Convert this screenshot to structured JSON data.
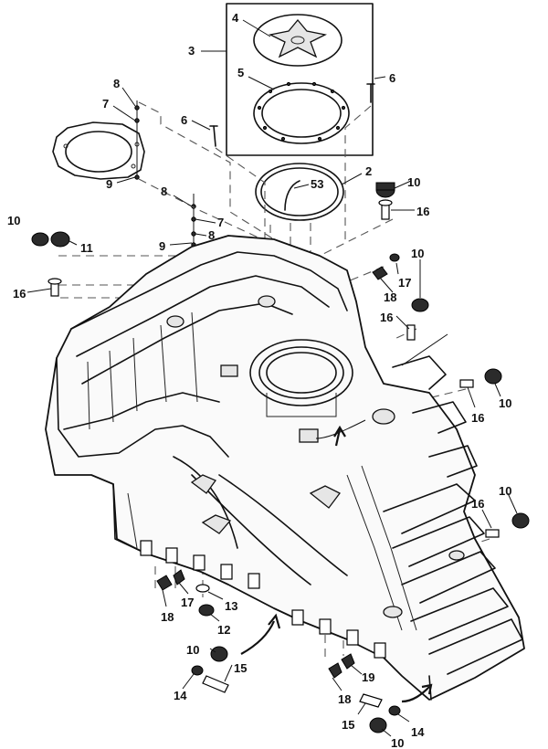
{
  "callouts": {
    "c2": "2",
    "c3": "3",
    "c4": "4",
    "c5": "5",
    "c6a": "6",
    "c6b": "6",
    "c7a": "7",
    "c7b": "7",
    "c8a": "8",
    "c8b": "8",
    "c8c": "8",
    "c9a": "9",
    "c9b": "9",
    "c10a": "10",
    "c10b": "10",
    "c10c": "10",
    "c10d": "10",
    "c10e": "10",
    "c10f": "10",
    "c10g": "10",
    "c11": "11",
    "c12": "12",
    "c13": "13",
    "c14a": "14",
    "c14b": "14",
    "c15a": "15",
    "c15b": "15",
    "c16a": "16",
    "c16b": "16",
    "c16c": "16",
    "c16d": "16",
    "c16e": "16",
    "c17a": "17",
    "c17b": "17",
    "c18a": "18",
    "c18b": "18",
    "c18c": "18",
    "c19": "19",
    "c53": "53"
  }
}
